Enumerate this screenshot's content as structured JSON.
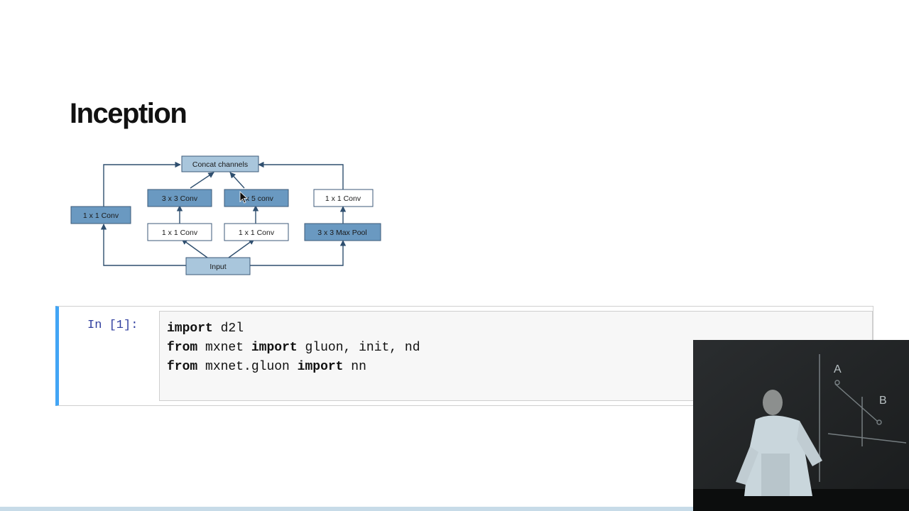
{
  "slide": {
    "title": "Inception"
  },
  "diagram": {
    "nodes": {
      "concat": "Concat channels",
      "b1_conv": "1 x 1 Conv",
      "b2_conv3": "3 x 3 Conv",
      "b2_conv1": "1 x 1 Conv",
      "b3_conv5": "5 x 5 conv",
      "b3_conv1": "1 x 1 Conv",
      "b4_conv1": "1 x 1 Conv",
      "b4_pool": "3 x 3 Max Pool",
      "input": "Input"
    },
    "colors": {
      "dark": "#6a99c1",
      "light": "#a9c6dc",
      "white": "#ffffff",
      "stroke": "#3c5a78"
    }
  },
  "notebook_cell": {
    "prompt": "In [1]:",
    "code_lines": [
      {
        "kw1": "import",
        "rest1": "d2l",
        "kw2": "",
        "rest2": ""
      },
      {
        "kw1": "from",
        "rest1": "mxnet",
        "kw2": "import",
        "rest2": "gluon, init, nd"
      },
      {
        "kw1": "from",
        "rest1": "mxnet.gluon",
        "kw2": "import",
        "rest2": "nn"
      }
    ]
  },
  "colors": {
    "cell_accent": "#42a5f5",
    "prompt": "#303f9f"
  }
}
